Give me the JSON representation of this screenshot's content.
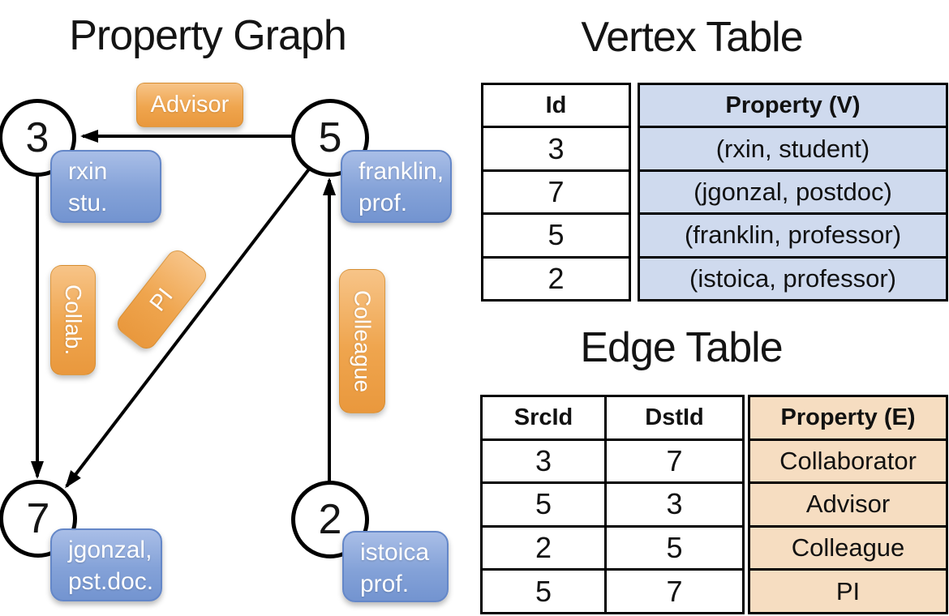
{
  "graph": {
    "title": "Property Graph",
    "nodes": [
      {
        "id": "3",
        "property_lines": [
          "rxin",
          "stu."
        ]
      },
      {
        "id": "5",
        "property_lines": [
          "franklin,",
          "prof."
        ]
      },
      {
        "id": "7",
        "property_lines": [
          "jgonzal,",
          "pst.doc."
        ]
      },
      {
        "id": "2",
        "property_lines": [
          "istoica",
          "prof."
        ]
      }
    ],
    "edges": [
      {
        "src": "5",
        "dst": "3",
        "label": "Advisor"
      },
      {
        "src": "3",
        "dst": "7",
        "label": "Collab."
      },
      {
        "src": "5",
        "dst": "7",
        "label": "PI"
      },
      {
        "src": "2",
        "dst": "5",
        "label": "Colleague"
      }
    ]
  },
  "vertex_table": {
    "title": "Vertex Table",
    "columns": [
      "Id",
      "Property (V)"
    ],
    "rows": [
      {
        "id": "3",
        "property": "(rxin, student)"
      },
      {
        "id": "7",
        "property": "(jgonzal, postdoc)"
      },
      {
        "id": "5",
        "property": "(franklin, professor)"
      },
      {
        "id": "2",
        "property": "(istoica, professor)"
      }
    ]
  },
  "edge_table": {
    "title": "Edge Table",
    "columns": [
      "SrcId",
      "DstId",
      "Property (E)"
    ],
    "rows": [
      {
        "src": "3",
        "dst": "7",
        "property": "Collaborator"
      },
      {
        "src": "5",
        "dst": "3",
        "property": "Advisor"
      },
      {
        "src": "2",
        "dst": "5",
        "property": "Colleague"
      },
      {
        "src": "5",
        "dst": "7",
        "property": "PI"
      }
    ]
  },
  "colors": {
    "edge_label_orange": "#efa54e",
    "vertex_property_blue": "#84a2d8",
    "vertex_table_fill": "#cfdaee",
    "edge_table_fill": "#f6ddc1",
    "line_black": "#000000"
  }
}
